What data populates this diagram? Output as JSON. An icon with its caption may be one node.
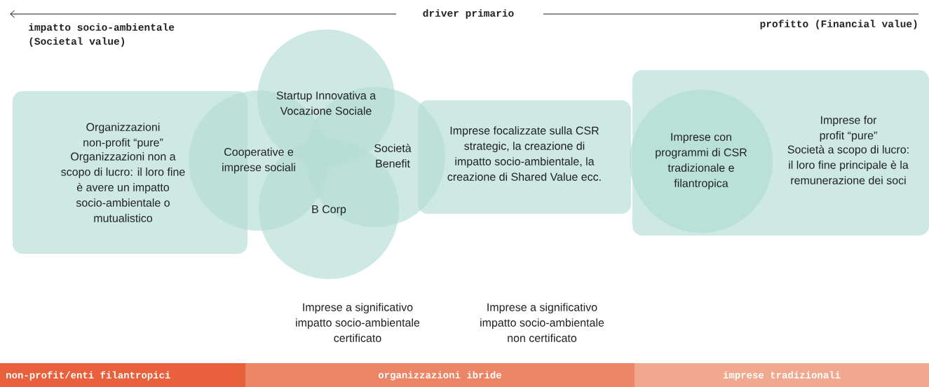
{
  "diagram": {
    "nodes": [
      {
        "text": [
          "Organizzazioni non-profit “pure”",
          "Organizzazioni non a scopo di lucro: il loro fine è avere un impatto socio-ambientale o mutualistico"
        ]
      },
      {
        "text": [
          "Startup Innovativa a Vocazione Sociale"
        ]
      },
      {
        "text": [
          "Cooperative e imprese sociali"
        ]
      },
      {
        "text": [
          "Società Benefit"
        ]
      },
      {
        "text": [
          "B Corp"
        ]
      },
      {
        "text": [
          "Imprese focalizzate sulla CSR strategic, la creazione di impatto socio-ambientale, la creazione di Shared Value ecc."
        ]
      },
      {
        "text": [
          "Imprese for profit “pure”",
          "Società a scopo di lucro: il loro fine principale è la remunerazione dei soci"
        ]
      },
      {
        "text": [
          "Imprese con programmi di CSR tradizionale e filantropica"
        ],
        "in": 6
      },
      {
        "text": [
          "non-profit/enti filantropici"
        ]
      },
      {
        "text": [
          "organizzazioni ibride"
        ]
      },
      {
        "text": [
          "imprese tradizionali"
        ]
      }
    ],
    "labels": [
      "driver primario",
      "impatto socio-ambientale (Societal value)",
      "profitto (Financial value)",
      "Imprese a significativo impatto socio-ambientale certificato",
      "Imprese a significativo impatto socio-ambientale non certificato"
    ]
  }
}
